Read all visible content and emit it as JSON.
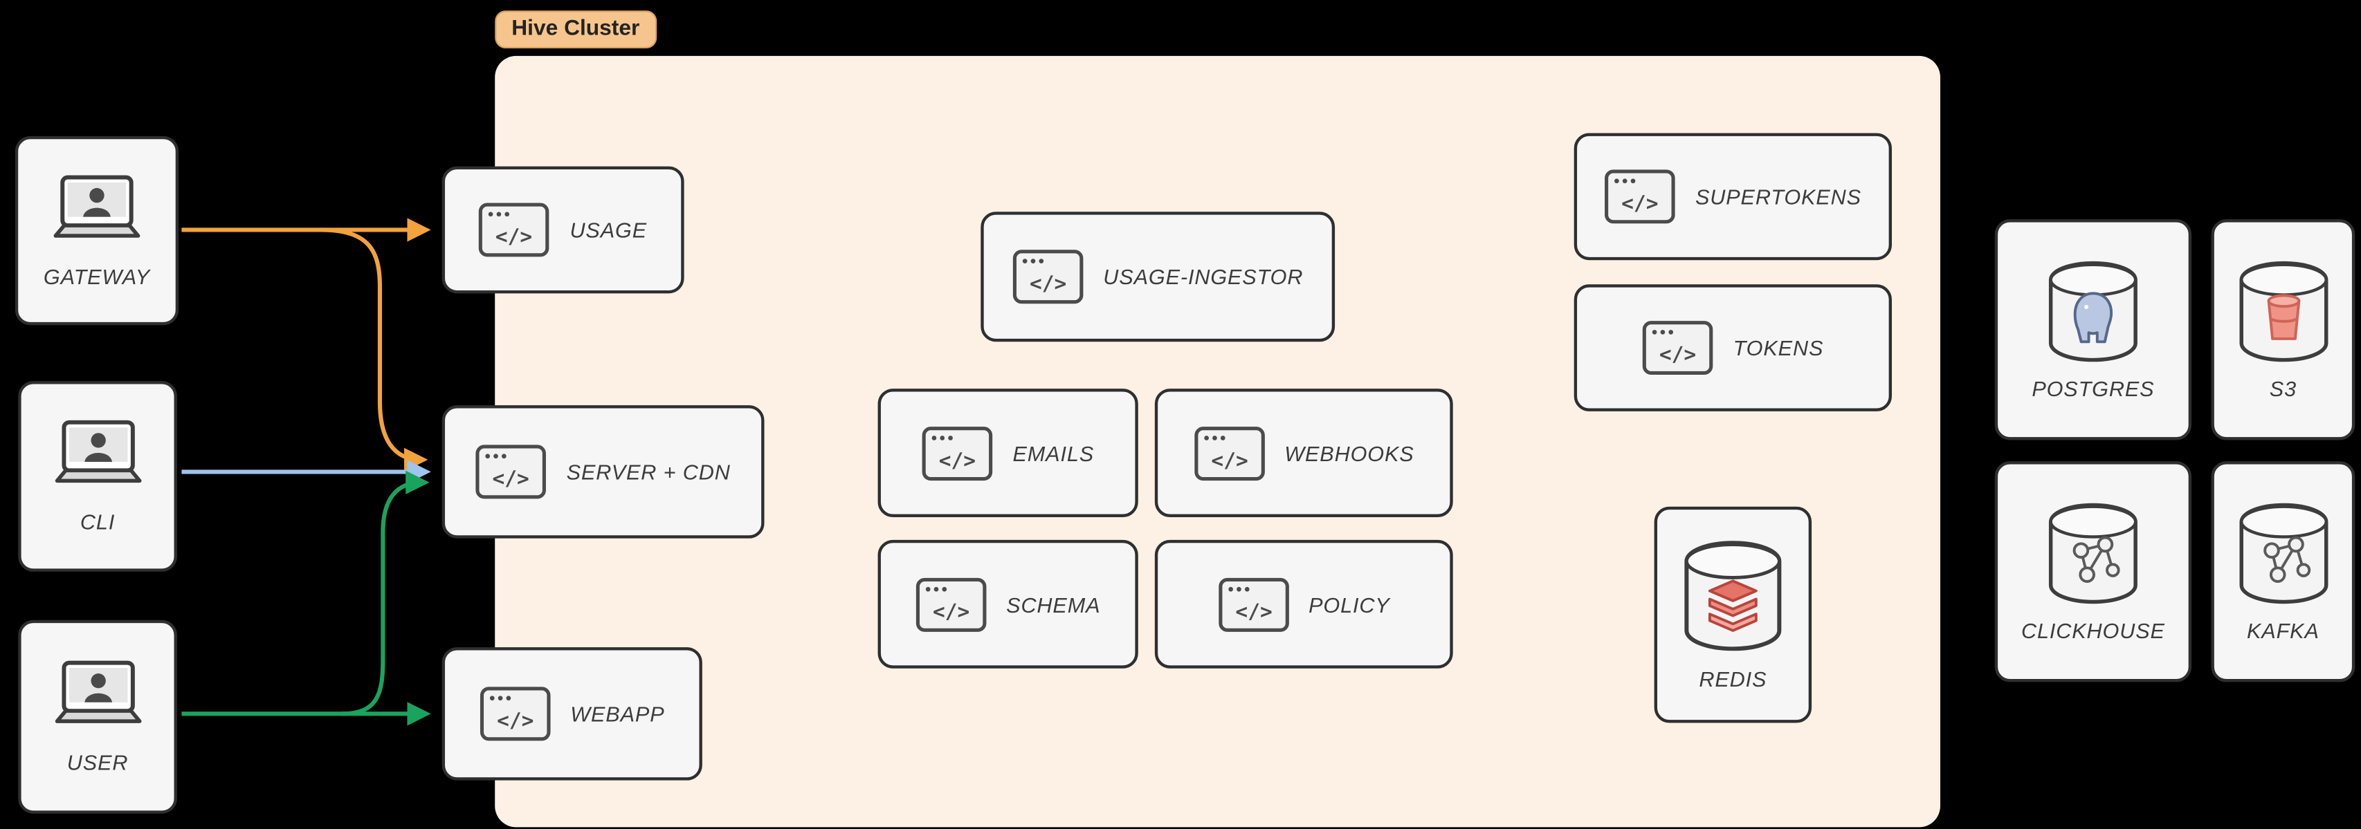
{
  "page": {
    "background": "#000000"
  },
  "cluster": {
    "label": "Hive Cluster",
    "bg": "#FCF1E4",
    "pill_bg": "#F6C58D",
    "pill_border": "#D9A15E",
    "pill_text": "#232323"
  },
  "colors": {
    "orange": "#F2A33C",
    "blue": "#9FC4EE",
    "green": "#1AA35D",
    "node_border": "#2F2F2F",
    "node_bg": "#F6F6F6",
    "label_text": "#3C3C3C"
  },
  "icons": {
    "code_glyph": "</>",
    "client_icon": "laptop-user-icon",
    "service_icon": "code-window-icon",
    "datastore_icon": "database-cylinder-icon"
  },
  "clients": {
    "gateway": {
      "label": "GATEWAY"
    },
    "cli": {
      "label": "CLI"
    },
    "user": {
      "label": "USER"
    }
  },
  "services": {
    "usage": {
      "label": "USAGE"
    },
    "server_cdn": {
      "label": "SERVER + CDN"
    },
    "webapp": {
      "label": "WEBAPP"
    },
    "usage_ingestor": {
      "label": "USAGE-INGESTOR"
    },
    "emails": {
      "label": "EMAILS"
    },
    "webhooks": {
      "label": "WEBHOOKS"
    },
    "schema": {
      "label": "SCHEMA"
    },
    "policy": {
      "label": "POLICY"
    },
    "supertokens": {
      "label": "SUPERTOKENS"
    },
    "tokens": {
      "label": "TOKENS"
    }
  },
  "datastores": {
    "redis": {
      "label": "REDIS"
    },
    "postgres": {
      "label": "POSTGRES"
    },
    "s3": {
      "label": "S3"
    },
    "clickhouse": {
      "label": "CLICKHOUSE"
    },
    "kafka": {
      "label": "KAFKA"
    }
  },
  "edges": [
    {
      "from": "GATEWAY",
      "to": "USAGE",
      "color": "orange"
    },
    {
      "from": "GATEWAY",
      "to": "SERVER + CDN",
      "color": "orange"
    },
    {
      "from": "CLI",
      "to": "SERVER + CDN",
      "color": "blue"
    },
    {
      "from": "USER",
      "to": "WEBAPP",
      "color": "green"
    },
    {
      "from": "USER",
      "to": "SERVER + CDN",
      "color": "green"
    }
  ]
}
